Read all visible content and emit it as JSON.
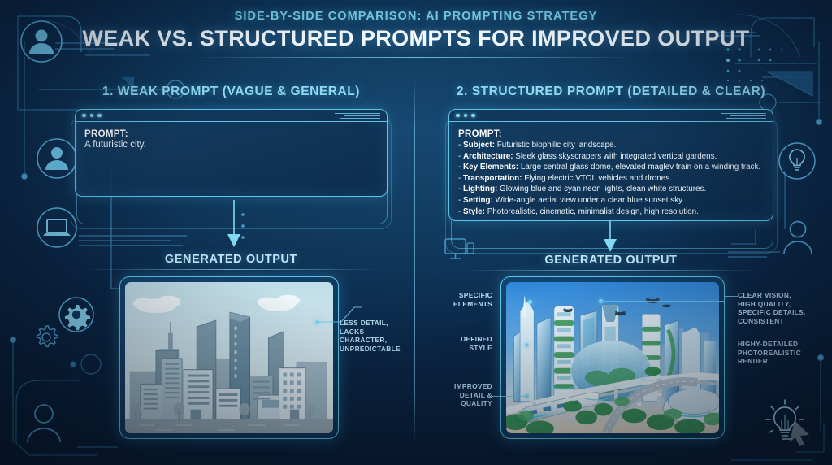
{
  "header": {
    "kicker": "SIDE-BY-SIDE COMPARISON: AI PROMPTING STRATEGY",
    "title": "WEAK VS. STRUCTURED PROMPTS FOR IMPROVED OUTPUT"
  },
  "colors": {
    "background_deep": "#0b2747",
    "background_mid": "#164872",
    "accent_cyan": "#5fc4e8",
    "accent_light": "#8fd9f2",
    "text_white": "#ffffff",
    "anno_text": "#b8dff2"
  },
  "left": {
    "heading": "1. WEAK PROMPT (VAGUE & GENERAL)",
    "prompt_label": "PROMPT:",
    "prompt_text": "A futuristic city.",
    "output_label": "GENERATED OUTPUT",
    "annotation": "LESS DETAIL,\nLACKS CHARACTER,\nUNPREDICTABLE",
    "annotation_lines": [
      "LESS DETAIL,",
      "LACKS CHARACTER,",
      "UNPREDICTABLE"
    ],
    "image_alt": "Flat muted blue-grey generic city skyline with clouds and simple rectangular buildings"
  },
  "right": {
    "heading": "2. STRUCTURED PROMPT (DETAILED & CLEAR)",
    "prompt_label": "PROMPT:",
    "bullets": [
      {
        "key": "Subject:",
        "value": "Futuristic biophilic city landscape."
      },
      {
        "key": "Architecture:",
        "value": "Sleek glass skyscrapers with integrated vertical gardens."
      },
      {
        "key": "Key Elements:",
        "value": "Large central glass dome, elevated maglev train on a winding track."
      },
      {
        "key": "Transportation:",
        "value": "Flying electric VTOL vehicles and drones."
      },
      {
        "key": "Lighting:",
        "value": "Glowing blue and cyan neon lights, clean white structures."
      },
      {
        "key": "Setting:",
        "value": "Wide-angle aerial view under a clear blue sunset sky."
      },
      {
        "key": "Style:",
        "value": "Photorealistic, cinematic, minimalist design, high resolution."
      }
    ],
    "output_label": "GENERATED OUTPUT",
    "annotations_left": [
      {
        "lines": [
          "SPECIFIC",
          "ELEMENTS"
        ]
      },
      {
        "lines": [
          "DEFINED",
          "STYLE"
        ]
      },
      {
        "lines": [
          "IMPROVED",
          "DETAIL &",
          "QUALITY"
        ]
      }
    ],
    "annotations_right": [
      {
        "lines": [
          "CLEAR VISION,",
          "HIGH QUALITY,",
          "SPECIFIC DETAILS,",
          "CONSISTENT"
        ]
      },
      {
        "lines": [
          "HIGHY-DETAILED",
          "PHOTOREALISTIC",
          "RENDER"
        ]
      }
    ],
    "image_alt": "Vivid futuristic biophilic city with glass dome, green vertical gardens on towers, elevated maglev train and flying vehicles"
  },
  "icons": {
    "left": [
      "person-icon",
      "person-circle-icon",
      "laptop-circle-icon",
      "gear-circle-icon",
      "gear-outline-icon",
      "person-outline-icon"
    ],
    "right": [
      "lightbulb-circle-icon",
      "person-outline-icon",
      "lightbulb-cursor-icon",
      "monitor-icon"
    ]
  }
}
